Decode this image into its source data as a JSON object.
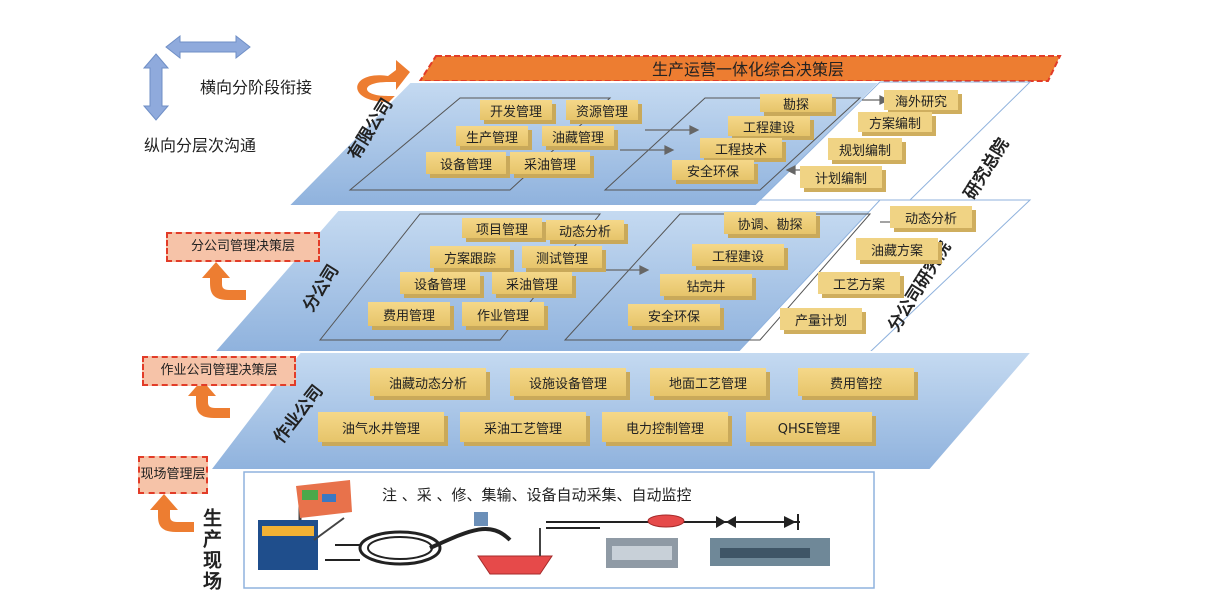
{
  "top_bar": "生产运营一体化综合决策层",
  "legend": {
    "horizontal": "横向分阶段衔接",
    "vertical": "纵向分层次沟通"
  },
  "side_labels": {
    "branch_mgmt": "分公司管理决策层",
    "operation_mgmt": "作业公司管理决策层",
    "site_mgmt": "现场管理层",
    "production_site": "生产现场"
  },
  "layers": {
    "limited": {
      "title": "有限公司",
      "left": [
        "开发管理",
        "资源管理",
        "生产管理",
        "油藏管理",
        "设备管理",
        "采油管理"
      ],
      "right": [
        "勘探",
        "工程建设",
        "工程技术",
        "安全环保"
      ],
      "institute_title": "研究总院",
      "institute": [
        "海外研究",
        "方案编制",
        "规划编制",
        "计划编制"
      ]
    },
    "branch": {
      "title": "分公司",
      "left": [
        "项目管理",
        "动态分析",
        "方案跟踪",
        "测试管理",
        "设备管理",
        "采油管理",
        "费用管理",
        "作业管理"
      ],
      "right": [
        "协调、勘探",
        "工程建设",
        "钻完井",
        "安全环保"
      ],
      "institute_title": "分公司研究院",
      "institute": [
        "动态分析",
        "油藏方案",
        "工艺方案",
        "产量计划"
      ]
    },
    "operation": {
      "title": "作业公司",
      "row1": [
        "油藏动态分析",
        "设施设备管理",
        "地面工艺管理",
        "费用管控"
      ],
      "row2": [
        "油气水井管理",
        "采油工艺管理",
        "电力控制管理",
        "QHSE管理"
      ]
    },
    "site": {
      "caption": "注 、采 、修、集输、设备自动采集、自动监控"
    }
  },
  "colors": {
    "layer_fill": "#a9c6e8",
    "box_fill": "#f0d384",
    "orange": "#ed7d31",
    "red_dash": "#e23c28"
  }
}
